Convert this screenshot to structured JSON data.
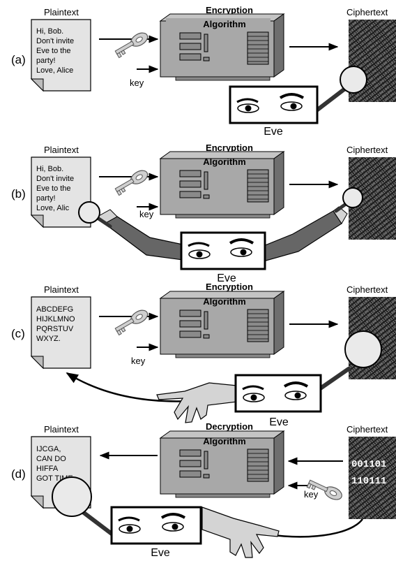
{
  "panels": [
    {
      "tag": "(a)",
      "plaintext_label": "Plaintext",
      "algo_title": "Encryption",
      "algo_subtitle": "Algorithm",
      "cipher_label": "Ciphertext",
      "key_label": "key",
      "eve_label": "Eve",
      "doc_lines": [
        "Hi, Bob.",
        "Don't invite",
        "Eve to the",
        "party!",
        "Love, Alice"
      ]
    },
    {
      "tag": "(b)",
      "plaintext_label": "Plaintext",
      "algo_title": "Encryption",
      "algo_subtitle": "Algorithm",
      "cipher_label": "Ciphertext",
      "key_label": "key",
      "eve_label": "Eve",
      "doc_lines": [
        "Hi, Bob.",
        "Don't invite",
        "Eve to the",
        "party!",
        "Love, Alic"
      ]
    },
    {
      "tag": "(c)",
      "plaintext_label": "Plaintext",
      "algo_title": "Encryption",
      "algo_subtitle": "Algorithm",
      "cipher_label": "Ciphertext",
      "key_label": "key",
      "eve_label": "Eve",
      "doc_lines": [
        "ABCDEFG",
        "HIJKLMNO",
        "PQRSTUV",
        "WXYZ."
      ]
    },
    {
      "tag": "(d)",
      "plaintext_label": "Plaintext",
      "algo_title": "Decryption",
      "algo_subtitle": "Algorithm",
      "cipher_label": "Ciphertext",
      "key_label": "key",
      "eve_label": "Eve",
      "doc_lines": [
        "IJCGA,",
        "CAN DO",
        "HIFFA",
        "GOT TIME"
      ],
      "cipher_overlay": [
        "001101",
        "110111"
      ]
    }
  ],
  "colors": {
    "paper": "#e4e4e4",
    "machine_front": "#a8a8a8",
    "machine_top": "#c4c4c4",
    "machine_side": "#6e6e6e",
    "eve_box": "#ffffff",
    "arm_sleeve": "#666666",
    "hand": "#d4d4d4",
    "cipher_bg": "#1a1a1a"
  }
}
